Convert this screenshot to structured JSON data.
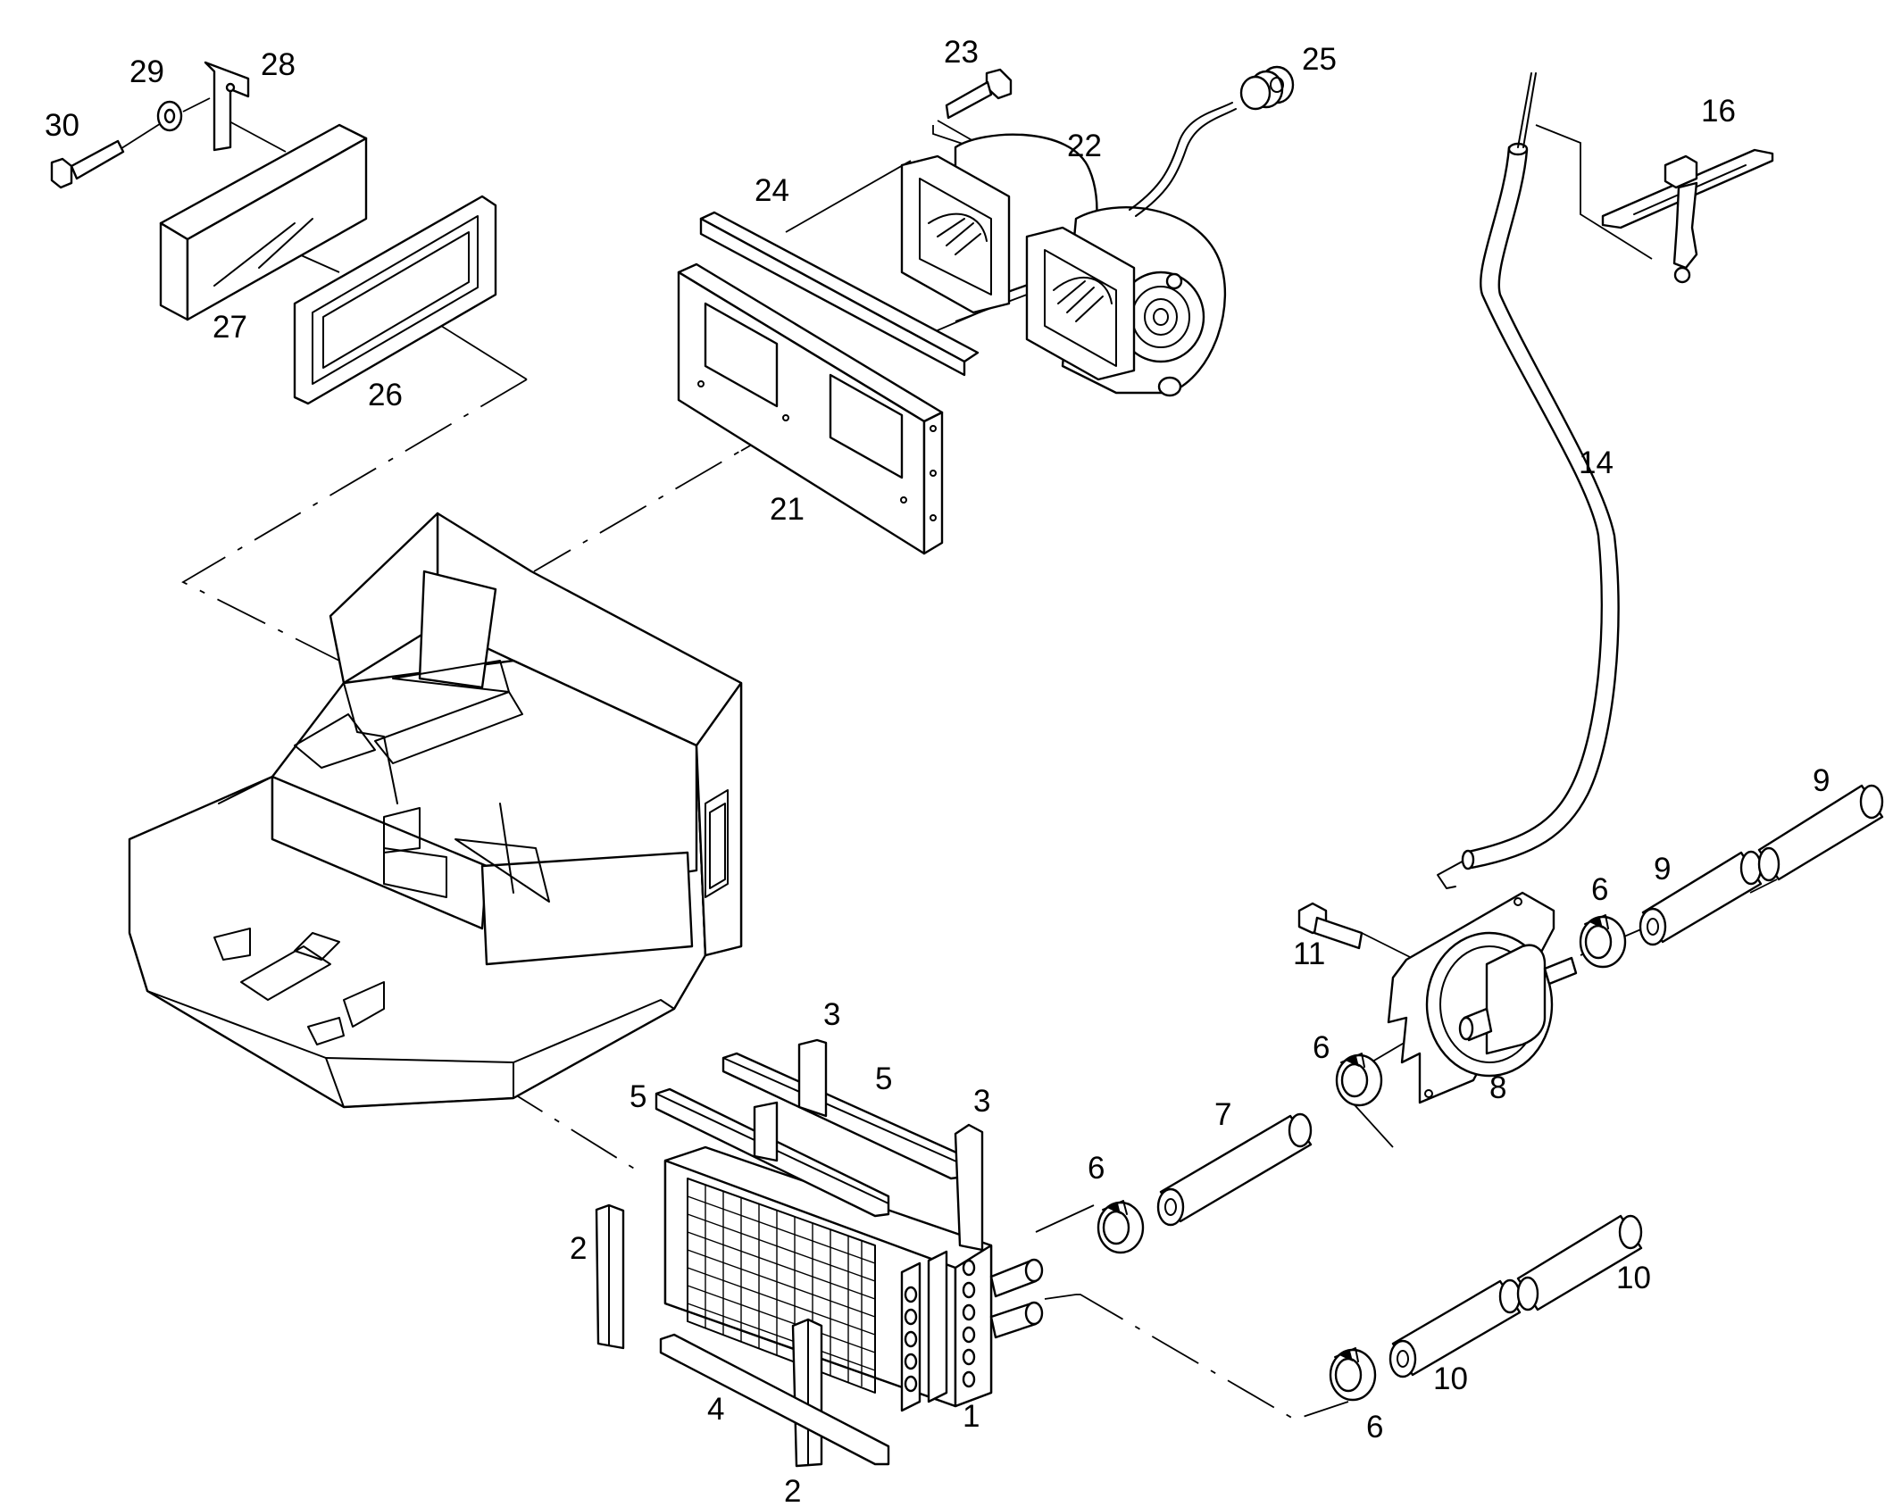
{
  "diagram": {
    "callouts": [
      {
        "id": "label-30",
        "text": "30"
      },
      {
        "id": "label-29",
        "text": "29"
      },
      {
        "id": "label-28",
        "text": "28"
      },
      {
        "id": "label-27",
        "text": "27"
      },
      {
        "id": "label-26",
        "text": "26"
      },
      {
        "id": "label-24",
        "text": "24"
      },
      {
        "id": "label-23",
        "text": "23"
      },
      {
        "id": "label-22",
        "text": "22"
      },
      {
        "id": "label-25",
        "text": "25"
      },
      {
        "id": "label-21",
        "text": "21"
      },
      {
        "id": "label-16",
        "text": "16"
      },
      {
        "id": "label-14",
        "text": "14"
      },
      {
        "id": "label-11",
        "text": "11"
      },
      {
        "id": "label-8",
        "text": "8"
      },
      {
        "id": "label-6a",
        "text": "6"
      },
      {
        "id": "label-6b",
        "text": "6"
      },
      {
        "id": "label-6c",
        "text": "6"
      },
      {
        "id": "label-6d",
        "text": "6"
      },
      {
        "id": "label-9a",
        "text": "9"
      },
      {
        "id": "label-9b",
        "text": "9"
      },
      {
        "id": "label-7",
        "text": "7"
      },
      {
        "id": "label-10a",
        "text": "10"
      },
      {
        "id": "label-10b",
        "text": "10"
      },
      {
        "id": "label-3a",
        "text": "3"
      },
      {
        "id": "label-3b",
        "text": "3"
      },
      {
        "id": "label-5a",
        "text": "5"
      },
      {
        "id": "label-5b",
        "text": "5"
      },
      {
        "id": "label-2a",
        "text": "2"
      },
      {
        "id": "label-2b",
        "text": "2"
      },
      {
        "id": "label-4",
        "text": "4"
      },
      {
        "id": "label-1",
        "text": "1"
      }
    ]
  }
}
